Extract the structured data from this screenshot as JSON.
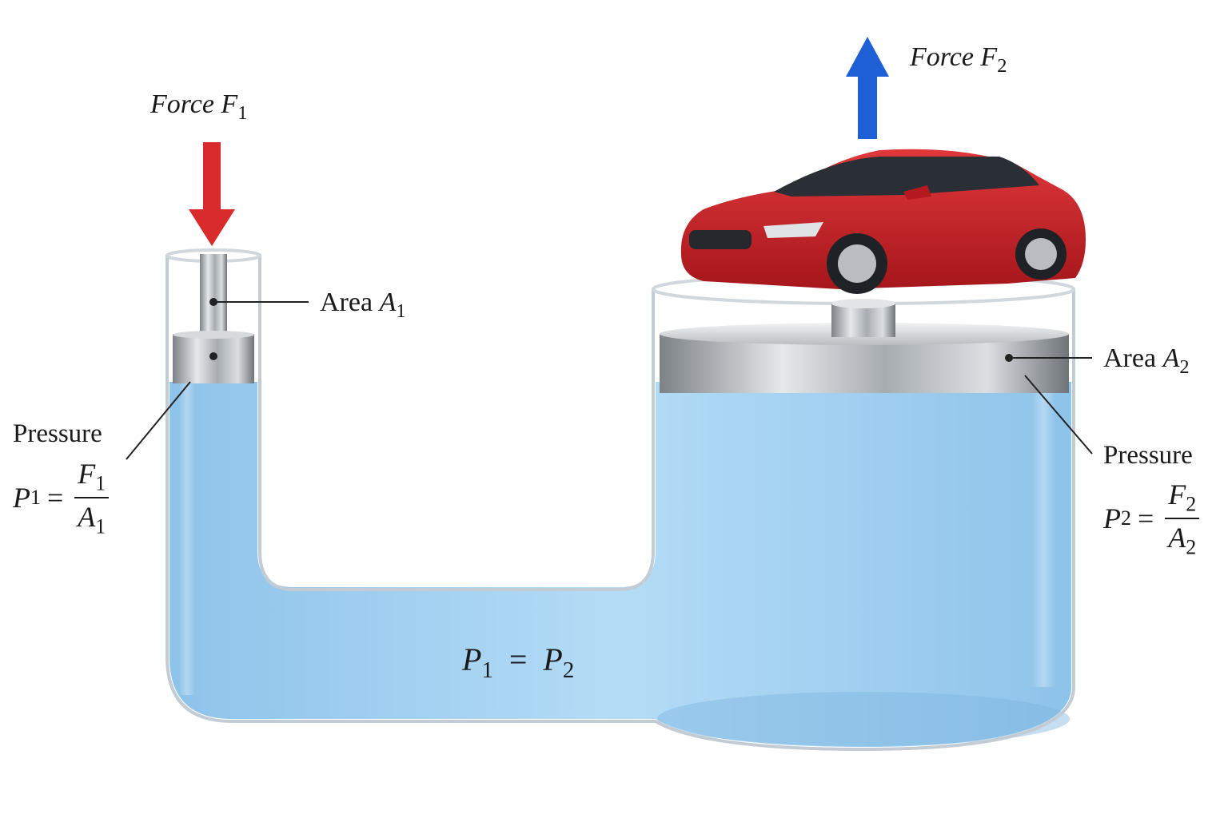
{
  "labels": {
    "force1": {
      "text": "Force",
      "symbol": "F",
      "sub": "1"
    },
    "force2": {
      "text": "Force",
      "symbol": "F",
      "sub": "2"
    },
    "area1": {
      "text": "Area",
      "symbol": "A",
      "sub": "1"
    },
    "area2": {
      "text": "Area",
      "symbol": "A",
      "sub": "2"
    },
    "pressure1": {
      "title": "Pressure",
      "lhs_symbol": "P",
      "lhs_sub": "1",
      "eq": "=",
      "num_symbol": "F",
      "num_sub": "1",
      "den_symbol": "A",
      "den_sub": "1"
    },
    "pressure2": {
      "title": "Pressure",
      "lhs_symbol": "P",
      "lhs_sub": "2",
      "eq": "=",
      "num_symbol": "F",
      "num_sub": "2",
      "den_symbol": "A",
      "den_sub": "2"
    },
    "equality": {
      "left_symbol": "P",
      "left_sub": "1",
      "eq": "=",
      "right_symbol": "P",
      "right_sub": "2"
    }
  },
  "colors": {
    "fluid": "#a9d3f2",
    "fluid_dark": "#86bde6",
    "glass": "#c8d2da",
    "steel": "#b5b9bd",
    "arrow_down": "#d92b2b",
    "arrow_up": "#1f5fd6",
    "car_body": "#c61f24"
  }
}
